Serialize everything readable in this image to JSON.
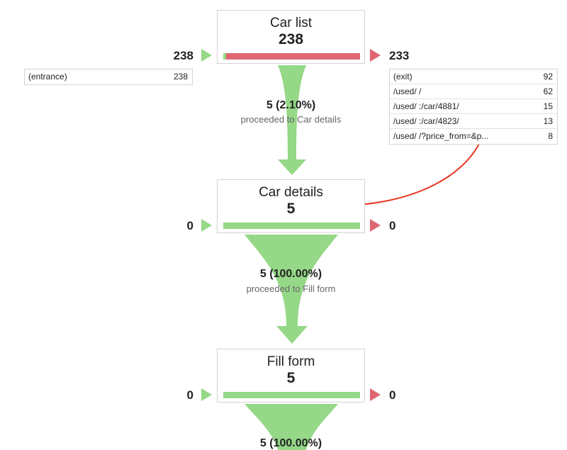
{
  "steps": [
    {
      "name": "Car list",
      "count": "238",
      "incoming": "238",
      "outgoing": "233",
      "proceed_fraction": 0.021
    },
    {
      "name": "Car details",
      "count": "5",
      "incoming": "0",
      "outgoing": "0",
      "proceed_fraction": 1.0
    },
    {
      "name": "Fill form",
      "count": "5",
      "incoming": "0",
      "outgoing": "0",
      "proceed_fraction": 1.0
    }
  ],
  "entrances": [
    {
      "label": "(entrance)",
      "value": "238"
    }
  ],
  "exits": [
    {
      "label": "(exit)",
      "value": "92"
    },
    {
      "label": "/used/ /",
      "value": "62"
    },
    {
      "label": "/used/ :/car/4881/",
      "value": "15"
    },
    {
      "label": "/used/ :/car/4823/",
      "value": "13"
    },
    {
      "label": "/used/ /?price_from=&p...",
      "value": "8"
    }
  ],
  "transitions": [
    {
      "count": "5 (2.10%)",
      "label": "proceeded to Car details"
    },
    {
      "count": "5 (100.00%)",
      "label": "proceeded to Fill form"
    },
    {
      "count": "5 (100.00%)"
    }
  ],
  "colors": {
    "flow_green": "#95d887",
    "exit_red": "#e06672",
    "annotation_red": "#e8321e"
  }
}
